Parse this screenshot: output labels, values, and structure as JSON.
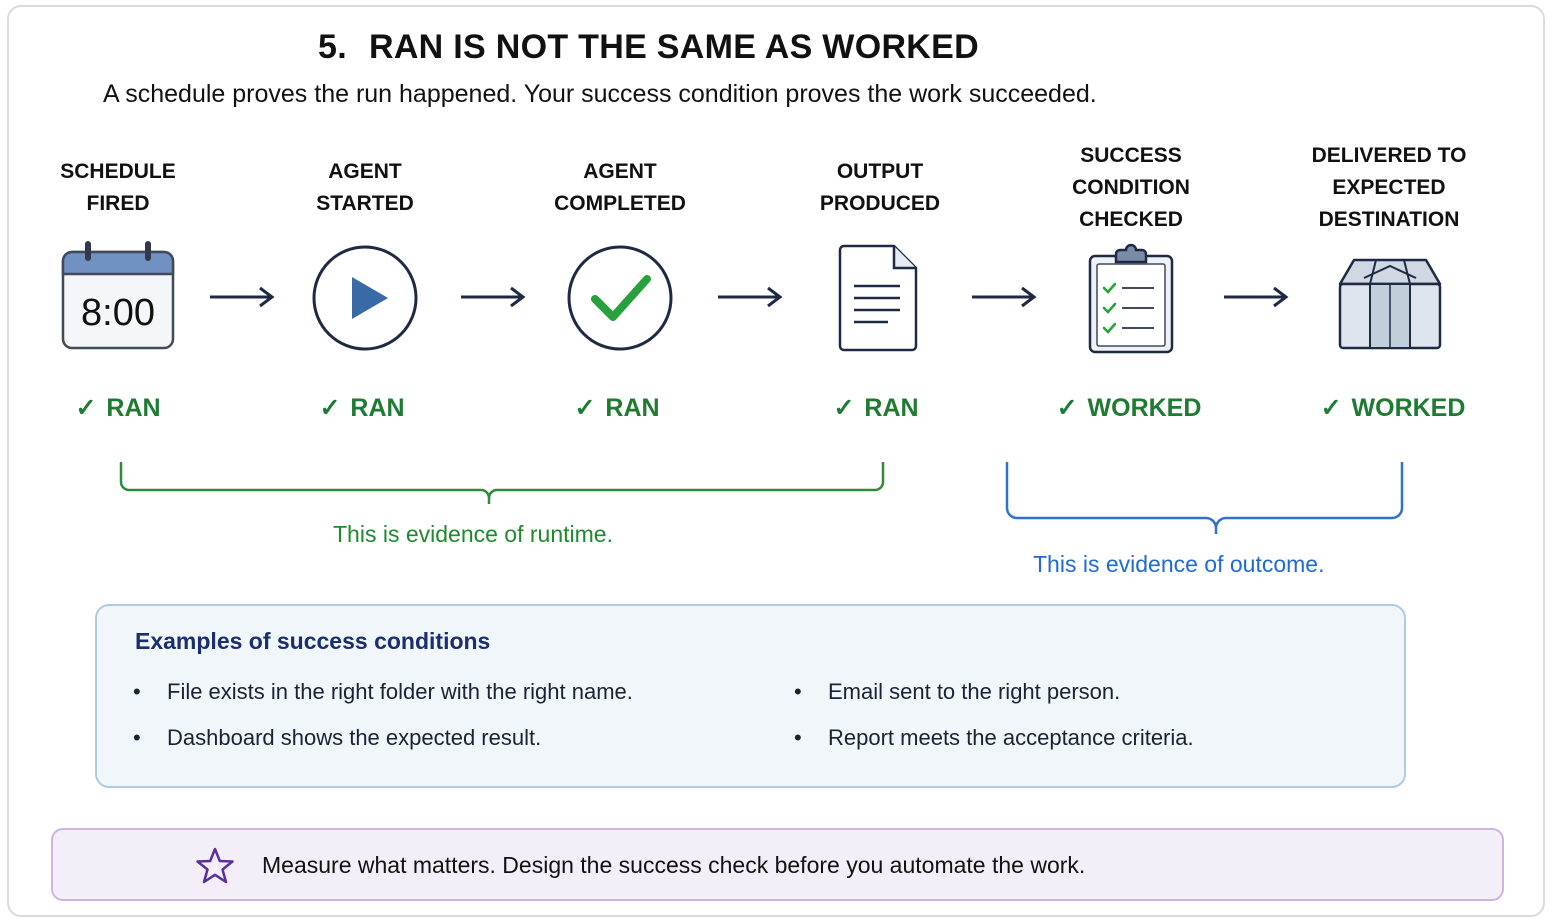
{
  "title": {
    "number": "5.",
    "text": "RAN IS NOT THE SAME AS WORKED"
  },
  "subtitle": "A schedule proves the run happened. Your success condition proves the work succeeded.",
  "steps": [
    {
      "label": "SCHEDULE\nFIRED",
      "icon": "calendar-icon",
      "icon_text": "8:00",
      "status": "RAN"
    },
    {
      "label": "AGENT\nSTARTED",
      "icon": "play-icon",
      "status": "RAN"
    },
    {
      "label": "AGENT\nCOMPLETED",
      "icon": "checkmark-circle-icon",
      "status": "RAN"
    },
    {
      "label": "OUTPUT\nPRODUCED",
      "icon": "document-icon",
      "status": "RAN"
    },
    {
      "label": "SUCCESS\nCONDITION\nCHECKED",
      "icon": "clipboard-checklist-icon",
      "status": "WORKED"
    },
    {
      "label": "DELIVERED TO\nEXPECTED\nDESTINATION",
      "icon": "package-icon",
      "status": "WORKED"
    }
  ],
  "status_check_symbol": "✓",
  "braces": {
    "runtime_caption": "This is evidence of runtime.",
    "outcome_caption": "This is evidence of outcome."
  },
  "examples": {
    "title": "Examples of success conditions",
    "bullet": "•",
    "items": [
      "File exists in the right folder with the right name.",
      "Email sent to the right person.",
      "Dashboard shows the expected result.",
      "Report meets the acceptance criteria."
    ]
  },
  "footer": {
    "icon": "star-icon",
    "text": "Measure what matters.  Design the success check before you automate the work."
  },
  "colors": {
    "ran_green": "#1f7a32",
    "runtime_green": "#1f8a2d",
    "outcome_blue": "#1f6bd0",
    "navy": "#1e2a44",
    "examples_title": "#1b2f6e",
    "footer_purple": "#5b2fa0"
  }
}
